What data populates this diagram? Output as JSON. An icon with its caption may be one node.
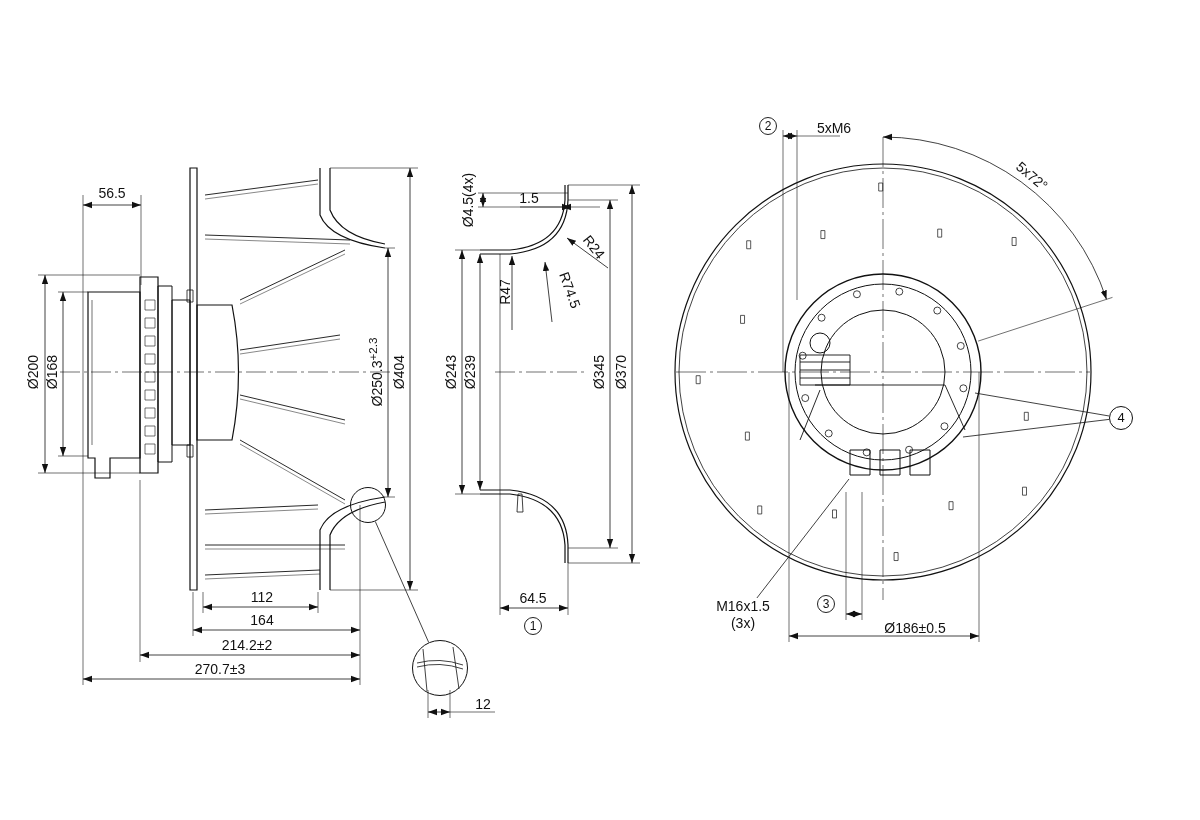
{
  "diagram": {
    "nodes": [
      {
        "text": [
          "4"
        ]
      },
      {
        "text": [
          "M16x1.5 (3x)"
        ]
      },
      {
        "text": [],
        "shape": "circle"
      },
      {
        "text": [],
        "shape": "circle"
      }
    ],
    "edges": [
      {
        "from": 0,
        "to": null,
        "arrow": "none"
      },
      {
        "from": 0,
        "to": null,
        "arrow": "none"
      },
      {
        "from": 1,
        "to": null,
        "arrow": "none"
      },
      {
        "from": 2,
        "to": 3,
        "arrow": "none"
      }
    ],
    "labels": [
      "56.5",
      "Ø200",
      "Ø168",
      "Ø250.3$^{+2.3}$",
      "Ø404",
      "112",
      "164",
      "214.2±2",
      "270.7±3",
      "12",
      "Ø4.5(4x)",
      "1.5",
      "R24",
      "R47",
      "R74.5",
      "Ø243",
      "Ø239",
      "Ø345",
      "Ø370",
      "64.5",
      "1",
      "2",
      "5xM6",
      "5x72°",
      "3",
      "Ø186±0.5"
    ]
  }
}
